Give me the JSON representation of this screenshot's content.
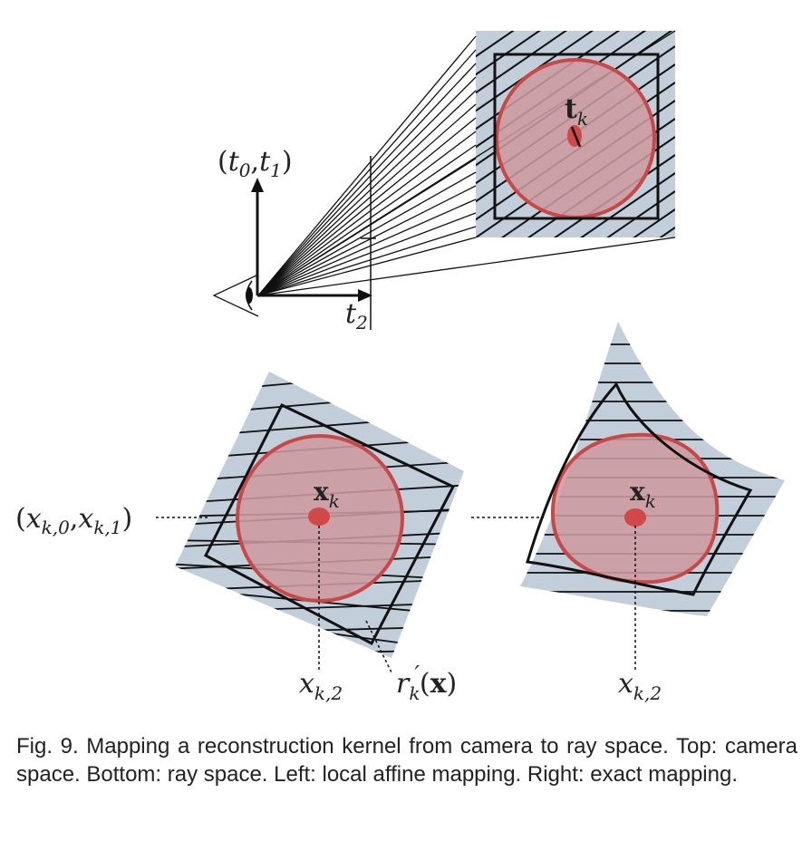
{
  "labels": {
    "t_k": {
      "base": "t",
      "sub": "k"
    },
    "cam_axis_up": {
      "open": "(",
      "a": "t",
      "a_sub": "0",
      "sep": ",",
      "b": "t",
      "b_sub": "1",
      "close": ")"
    },
    "cam_axis_right": {
      "base": "t",
      "sub": "2"
    },
    "x_k_left": {
      "base": "x",
      "sub": "k"
    },
    "x_k_right": {
      "base": "x",
      "sub": "k"
    },
    "xk01": {
      "open": "(",
      "a": "x",
      "a_sub": "k,0",
      "sep": ",",
      "b": "x",
      "b_sub": "k,1",
      "close": ")"
    },
    "xk2_left": {
      "base": "x",
      "sub": "k,2"
    },
    "xk2_right": {
      "base": "x",
      "sub": "k,2"
    },
    "rk": {
      "base": "r",
      "sub": "k",
      "prime": "′",
      "open": "(",
      "arg": "x",
      "close": ")"
    }
  },
  "caption": {
    "text": "Fig. 9. Mapping a reconstruction kernel from camera to ray space. Top: camera space. Bottom: ray space. Left: local affine mapping. Right: exact mapping."
  },
  "colors": {
    "grid_fill": "#c2ced9",
    "kernel_fill": "#cc9a9e",
    "kernel_stroke": "#c84848",
    "kernel_center": "#d04848",
    "line": "#111111"
  }
}
